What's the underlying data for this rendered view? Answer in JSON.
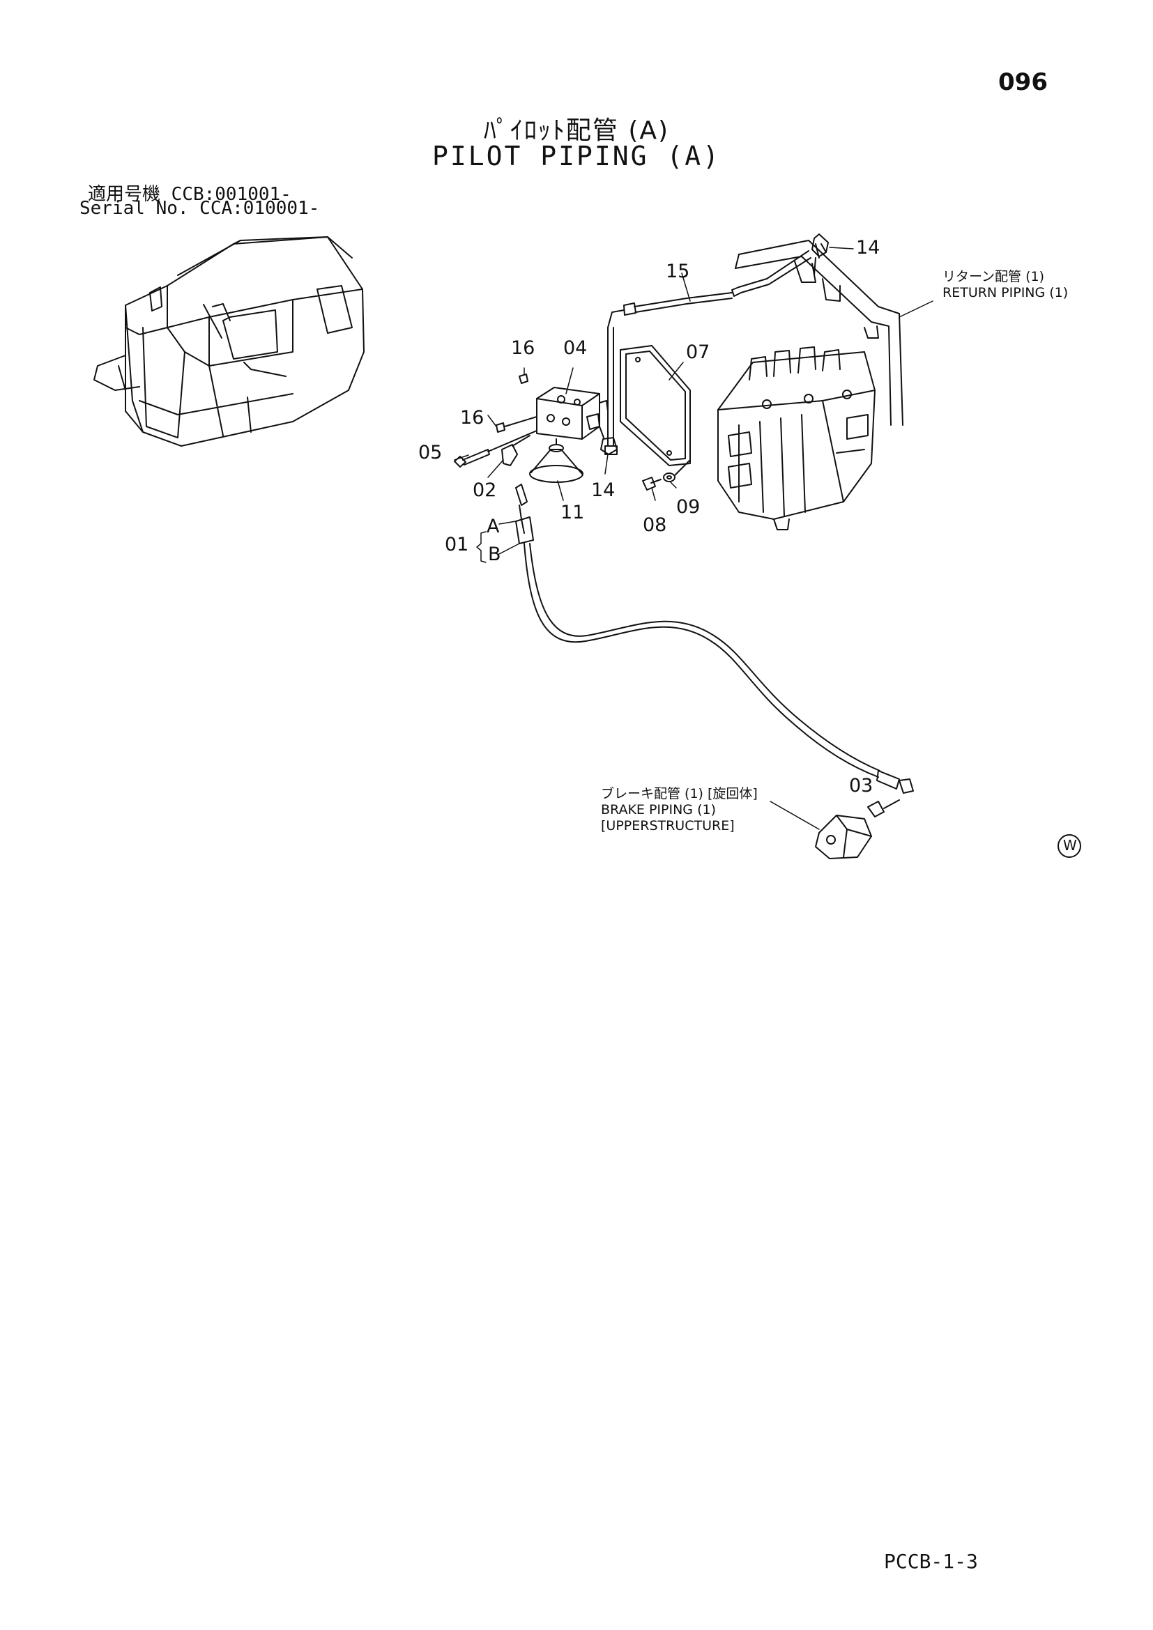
{
  "page_number": "096",
  "title_jp": "ﾊﾟｲﾛｯﾄ配管 (A)",
  "title_en": "PILOT PIPING (A)",
  "serial_line1": "適用号機  CCB:001001-",
  "serial_line2": "Serial No. CCA:010001-",
  "callouts": {
    "c14_top": "14",
    "c15": "15",
    "c16_upper": "16",
    "c04": "04",
    "c07": "07",
    "c16_lower": "16",
    "c05": "05",
    "c02": "02",
    "c14_mid": "14",
    "c11": "11",
    "c08": "08",
    "c09": "09",
    "c01": "01",
    "cA": "A",
    "cB": "B",
    "c03": "03"
  },
  "return_piping_jp": "リターン配管 (1)",
  "return_piping_en": "RETURN PIPING (1)",
  "brake_piping_jp": "ブレーキ配管 (1) [旋回体]",
  "brake_piping_en": "BRAKE PIPING (1)",
  "brake_piping_en2": "[UPPERSTRUCTURE]",
  "w_mark": "W",
  "page_code": "PCCB-1-3"
}
